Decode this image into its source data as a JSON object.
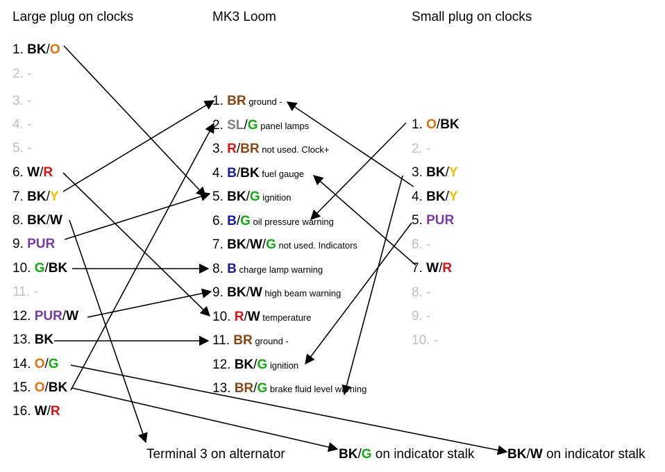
{
  "colors": {
    "BK": "#000000",
    "O": "#e07010",
    "W": "#000000",
    "R": "#dd1111",
    "Y": "#f0c000",
    "PUR": "#7a3aa8",
    "G": "#11aa11",
    "BR": "#8b4513",
    "SL": "#808080",
    "B": "#1a1aa0"
  },
  "headers": {
    "large": "Large plug on clocks",
    "loom": "MK3 Loom",
    "small": "Small plug on clocks"
  },
  "large_plug": [
    {
      "num": "1.",
      "wire": [
        "BK",
        "O"
      ]
    },
    {
      "num": "2.",
      "wire": []
    },
    {
      "num": "3.",
      "wire": []
    },
    {
      "num": "4.",
      "wire": []
    },
    {
      "num": "5.",
      "wire": []
    },
    {
      "num": "6.",
      "wire": [
        "W",
        "R"
      ]
    },
    {
      "num": "7.",
      "wire": [
        "BK",
        "Y"
      ]
    },
    {
      "num": "8.",
      "wire": [
        "BK",
        "W"
      ]
    },
    {
      "num": "9.",
      "wire": [
        "PUR"
      ]
    },
    {
      "num": "10.",
      "wire": [
        "G",
        "BK"
      ]
    },
    {
      "num": "11.",
      "wire": []
    },
    {
      "num": "12.",
      "wire": [
        "PUR",
        "W"
      ]
    },
    {
      "num": "13.",
      "wire": [
        "BK"
      ]
    },
    {
      "num": "14.",
      "wire": [
        "O",
        "G"
      ]
    },
    {
      "num": "15.",
      "wire": [
        "O",
        "BK"
      ]
    },
    {
      "num": "16.",
      "wire": [
        "W",
        "R"
      ]
    }
  ],
  "loom": [
    {
      "num": "1.",
      "wire": [
        "BR"
      ],
      "desc": "ground -"
    },
    {
      "num": "2.",
      "wire": [
        "SL",
        "G"
      ],
      "desc": "panel lamps"
    },
    {
      "num": "3.",
      "wire": [
        "R",
        "BR"
      ],
      "desc": "not used. Clock+"
    },
    {
      "num": "4.",
      "wire": [
        "B",
        "BK"
      ],
      "desc": "fuel gauge"
    },
    {
      "num": "5.",
      "wire": [
        "BK",
        "G"
      ],
      "desc": "ignition"
    },
    {
      "num": "6.",
      "wire": [
        "B",
        "G"
      ],
      "desc": "oil pressure warning"
    },
    {
      "num": "7.",
      "wire": [
        "BK",
        "W",
        "G"
      ],
      "desc": "not used. Indicators"
    },
    {
      "num": "8.",
      "wire": [
        "B"
      ],
      "desc": "charge lamp warning"
    },
    {
      "num": "9.",
      "wire": [
        "BK",
        "W"
      ],
      "desc": "high beam warning"
    },
    {
      "num": "10.",
      "wire": [
        "R",
        "W"
      ],
      "desc": "temperature"
    },
    {
      "num": "11.",
      "wire": [
        "BR"
      ],
      "desc": "ground -"
    },
    {
      "num": "12.",
      "wire": [
        "BK",
        "G"
      ],
      "desc": "ignition"
    },
    {
      "num": "13.",
      "wire": [
        "BR",
        "G"
      ],
      "desc": "brake fluid level warning"
    }
  ],
  "small_plug": [
    {
      "num": "1.",
      "wire": [
        "O",
        "BK"
      ]
    },
    {
      "num": "2.",
      "wire": []
    },
    {
      "num": "3.",
      "wire": [
        "BK",
        "Y"
      ]
    },
    {
      "num": "4.",
      "wire": [
        "BK",
        "Y"
      ]
    },
    {
      "num": "5.",
      "wire": [
        "PUR"
      ]
    },
    {
      "num": "6.",
      "wire": []
    },
    {
      "num": "7.",
      "wire": [
        "W",
        "R"
      ]
    },
    {
      "num": "8.",
      "wire": []
    },
    {
      "num": "9.",
      "wire": []
    },
    {
      "num": "10.",
      "wire": []
    }
  ],
  "destinations": {
    "alternator": {
      "prefix": "",
      "wire": [],
      "text": "Terminal 3 on alternator"
    },
    "indicator_g": {
      "wire": [
        "BK",
        "G"
      ],
      "text": " on indicator stalk"
    },
    "indicator_w": {
      "wire": [
        "BK",
        "W"
      ],
      "text": " on indicator stalk"
    }
  },
  "empty_marker": "-",
  "wire_separator": "/"
}
